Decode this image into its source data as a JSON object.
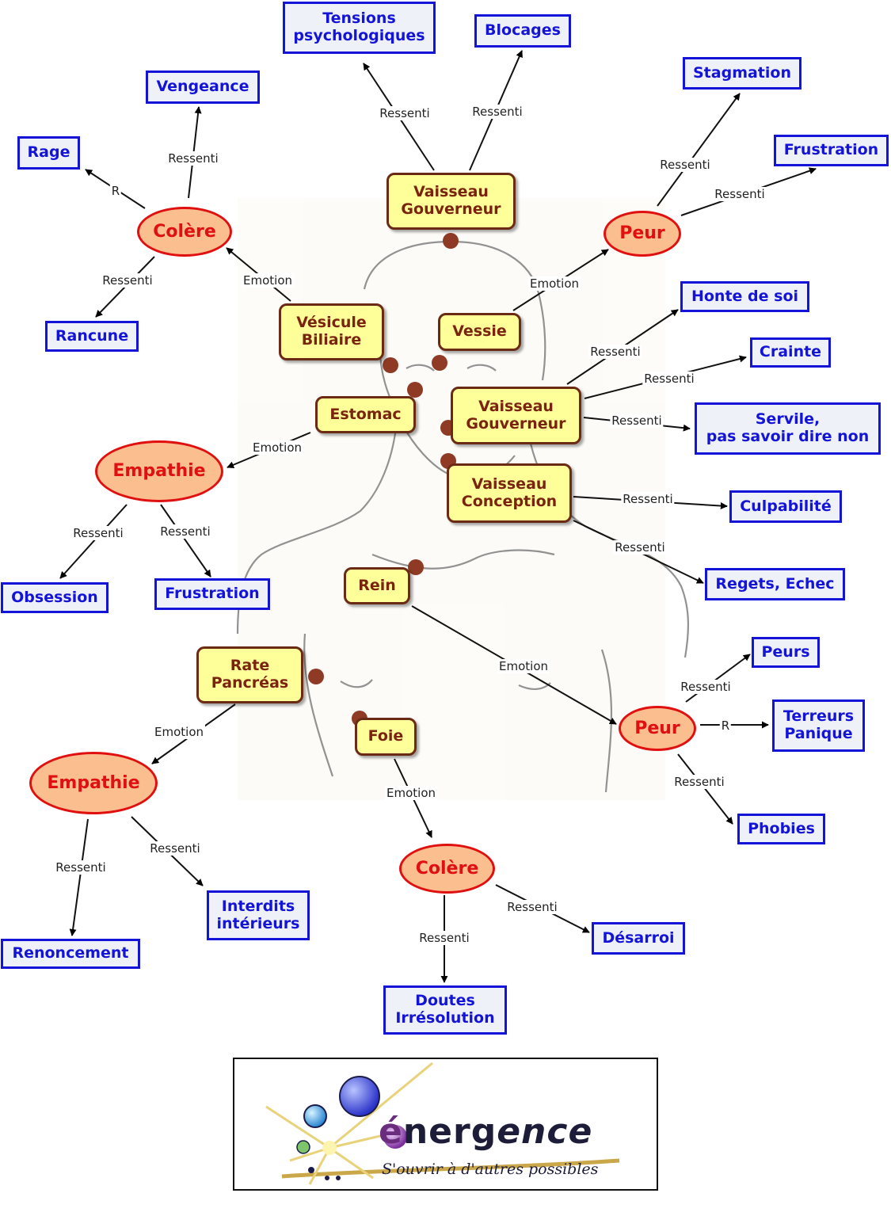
{
  "nodes": {
    "organ_vaisseau_gouv_top": "Vaisseau\nGouverneur",
    "organ_vesicule": "Vésicule\nBiliaire",
    "organ_vessie": "Vessie",
    "organ_estomac": "Estomac",
    "organ_vaisseau_gouv_mid": "Vaisseau\nGouverneur",
    "organ_vaisseau_conception": "Vaisseau\nConception",
    "organ_rein": "Rein",
    "organ_rate": "Rate\nPancréas",
    "organ_foie": "Foie",
    "emotion_colere_top": "Colère",
    "emotion_peur_top": "Peur",
    "emotion_empathie_mid": "Empathie",
    "emotion_peur_bottom": "Peur",
    "emotion_empathie_bottom": "Empathie",
    "emotion_colere_bottom": "Colère",
    "feel_tensions": "Tensions\npsychologiques",
    "feel_blocages": "Blocages",
    "feel_vengeance": "Vengeance",
    "feel_rage": "Rage",
    "feel_rancune": "Rancune",
    "feel_stagmation": "Stagmation",
    "feel_frustration_top": "Frustration",
    "feel_honte": "Honte de soi",
    "feel_crainte": "Crainte",
    "feel_servile": "Servile,\npas savoir dire non",
    "feel_culpabilite": "Culpabilité",
    "feel_regets": "Regets, Echec",
    "feel_obsession": "Obsession",
    "feel_frustration_mid": "Frustration",
    "feel_peurs": "Peurs",
    "feel_terreurs": "Terreurs\nPanique",
    "feel_phobies": "Phobies",
    "feel_renoncement": "Renoncement",
    "feel_interdits": "Interdits\nintérieurs",
    "feel_desarroi": "Désarroi",
    "feel_doutes": "Doutes\nIrrésolution"
  },
  "edges": [
    {
      "id": "e1",
      "label": "Ressenti"
    },
    {
      "id": "e2",
      "label": "Ressenti"
    },
    {
      "id": "e3",
      "label": "Ressenti"
    },
    {
      "id": "e4",
      "label": "R"
    },
    {
      "id": "e5",
      "label": "Ressenti"
    },
    {
      "id": "e6",
      "label": "Emotion"
    },
    {
      "id": "e7",
      "label": "Emotion"
    },
    {
      "id": "e8",
      "label": "Ressenti"
    },
    {
      "id": "e9",
      "label": "Ressenti"
    },
    {
      "id": "e10",
      "label": "Ressenti"
    },
    {
      "id": "e11",
      "label": "Ressenti"
    },
    {
      "id": "e12",
      "label": "Ressenti"
    },
    {
      "id": "e13",
      "label": "Ressenti"
    },
    {
      "id": "e14",
      "label": "Ressenti"
    },
    {
      "id": "e15",
      "label": "Emotion"
    },
    {
      "id": "e16",
      "label": "Ressenti"
    },
    {
      "id": "e17",
      "label": "Ressenti"
    },
    {
      "id": "e18",
      "label": "Emotion"
    },
    {
      "id": "e19",
      "label": "Ressenti"
    },
    {
      "id": "e20",
      "label": "R"
    },
    {
      "id": "e21",
      "label": "Ressenti"
    },
    {
      "id": "e22",
      "label": "Emotion"
    },
    {
      "id": "e23",
      "label": "Ressenti"
    },
    {
      "id": "e24",
      "label": "Ressenti"
    },
    {
      "id": "e25",
      "label": "Emotion"
    },
    {
      "id": "e26",
      "label": "Ressenti"
    },
    {
      "id": "e27",
      "label": "Ressenti"
    }
  ],
  "logo": {
    "brand_accent": "é",
    "brand_bold": "nerg",
    "brand_tail": "ence",
    "tagline": "S'ouvrir à d'autres possibles"
  },
  "colors": {
    "organ_fill": "#ffff99",
    "organ_text": "#7a2410",
    "emotion_fill": "#fbbf8f",
    "emotion_text": "#e01010",
    "feeling_border": "#1414d8",
    "acupoint": "#8e3a24"
  }
}
